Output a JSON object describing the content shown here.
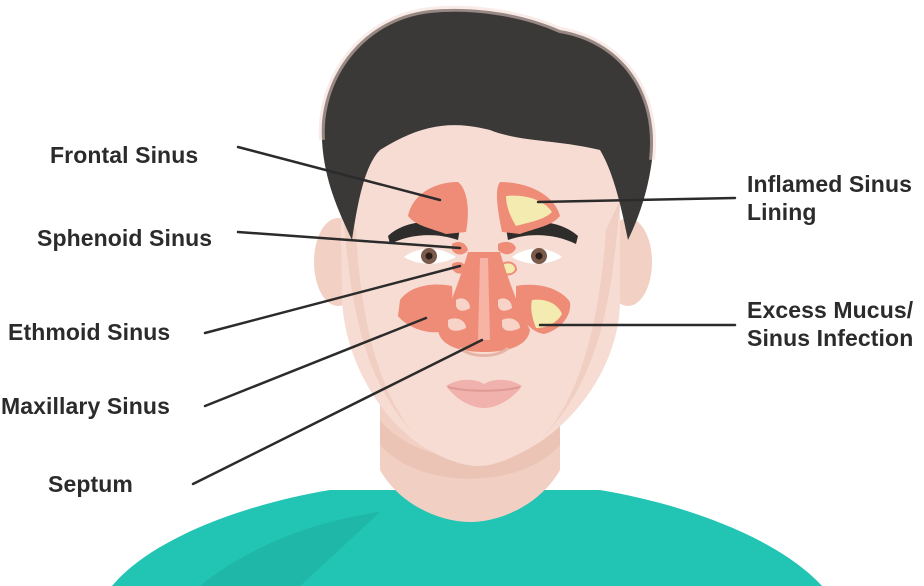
{
  "labels": {
    "frontal": "Frontal Sinus",
    "sphenoid": "Sphenoid Sinus",
    "ethmoid": "Ethmoid Sinus",
    "maxillary": "Maxillary Sinus",
    "septum": "Septum",
    "inflamed_line1": "Inflamed Sinus",
    "inflamed_line2": "Lining",
    "mucus_line1": "Excess Mucus/",
    "mucus_line2": "Sinus Infection"
  },
  "colors": {
    "hair": "#3b3838",
    "skin": "#f6dcd3",
    "skin_shadow": "#ecc4b6",
    "shirt": "#22c4b4",
    "sinus": "#ef8c78",
    "sinus_light": "#f7b3a4",
    "mucus": "#f4ebb0",
    "leader_line": "#2b2b2b",
    "lips": "#f1b2ad"
  }
}
